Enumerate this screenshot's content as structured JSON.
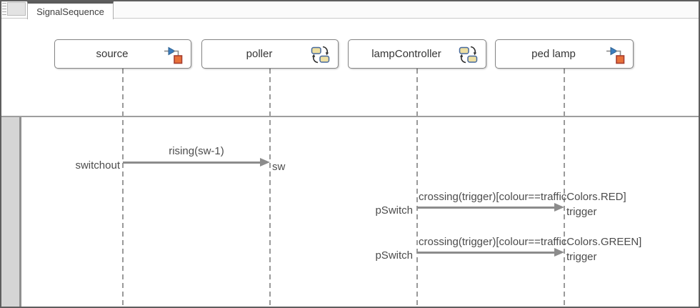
{
  "tab_bar": {
    "tab_label": "SignalSequence"
  },
  "lifelines": [
    {
      "name": "source",
      "icon": "simulink-block-icon"
    },
    {
      "name": "poller",
      "icon": "stateflow-chart-icon"
    },
    {
      "name": "lampController",
      "icon": "stateflow-chart-icon"
    },
    {
      "name": "ped lamp",
      "icon": "simulink-block-icon"
    }
  ],
  "messages": [
    {
      "event": "rising(sw-1)",
      "from": "source",
      "from_port": "switchout",
      "to": "poller",
      "to_port": "sw"
    },
    {
      "event": "crossing(trigger)[colour==trafficColors.RED]",
      "from": "lampController",
      "from_port": "pSwitch",
      "to": "ped lamp",
      "to_port": "trigger"
    },
    {
      "event": "crossing(trigger)[colour==trafficColors.GREEN]",
      "from": "lampController",
      "from_port": "pSwitch",
      "to": "ped lamp",
      "to_port": "trigger"
    }
  ],
  "colors": {
    "arrow": "#8c8c8c",
    "lifeline": "#9a9a9a",
    "box_border": "#858585",
    "label_text": "#4c4c4c",
    "gutter": "#d5d5d5",
    "gutter_edge": "#8f8f8f",
    "window_border": "#5e5e5e",
    "tab_top": "#5a5a5a"
  }
}
